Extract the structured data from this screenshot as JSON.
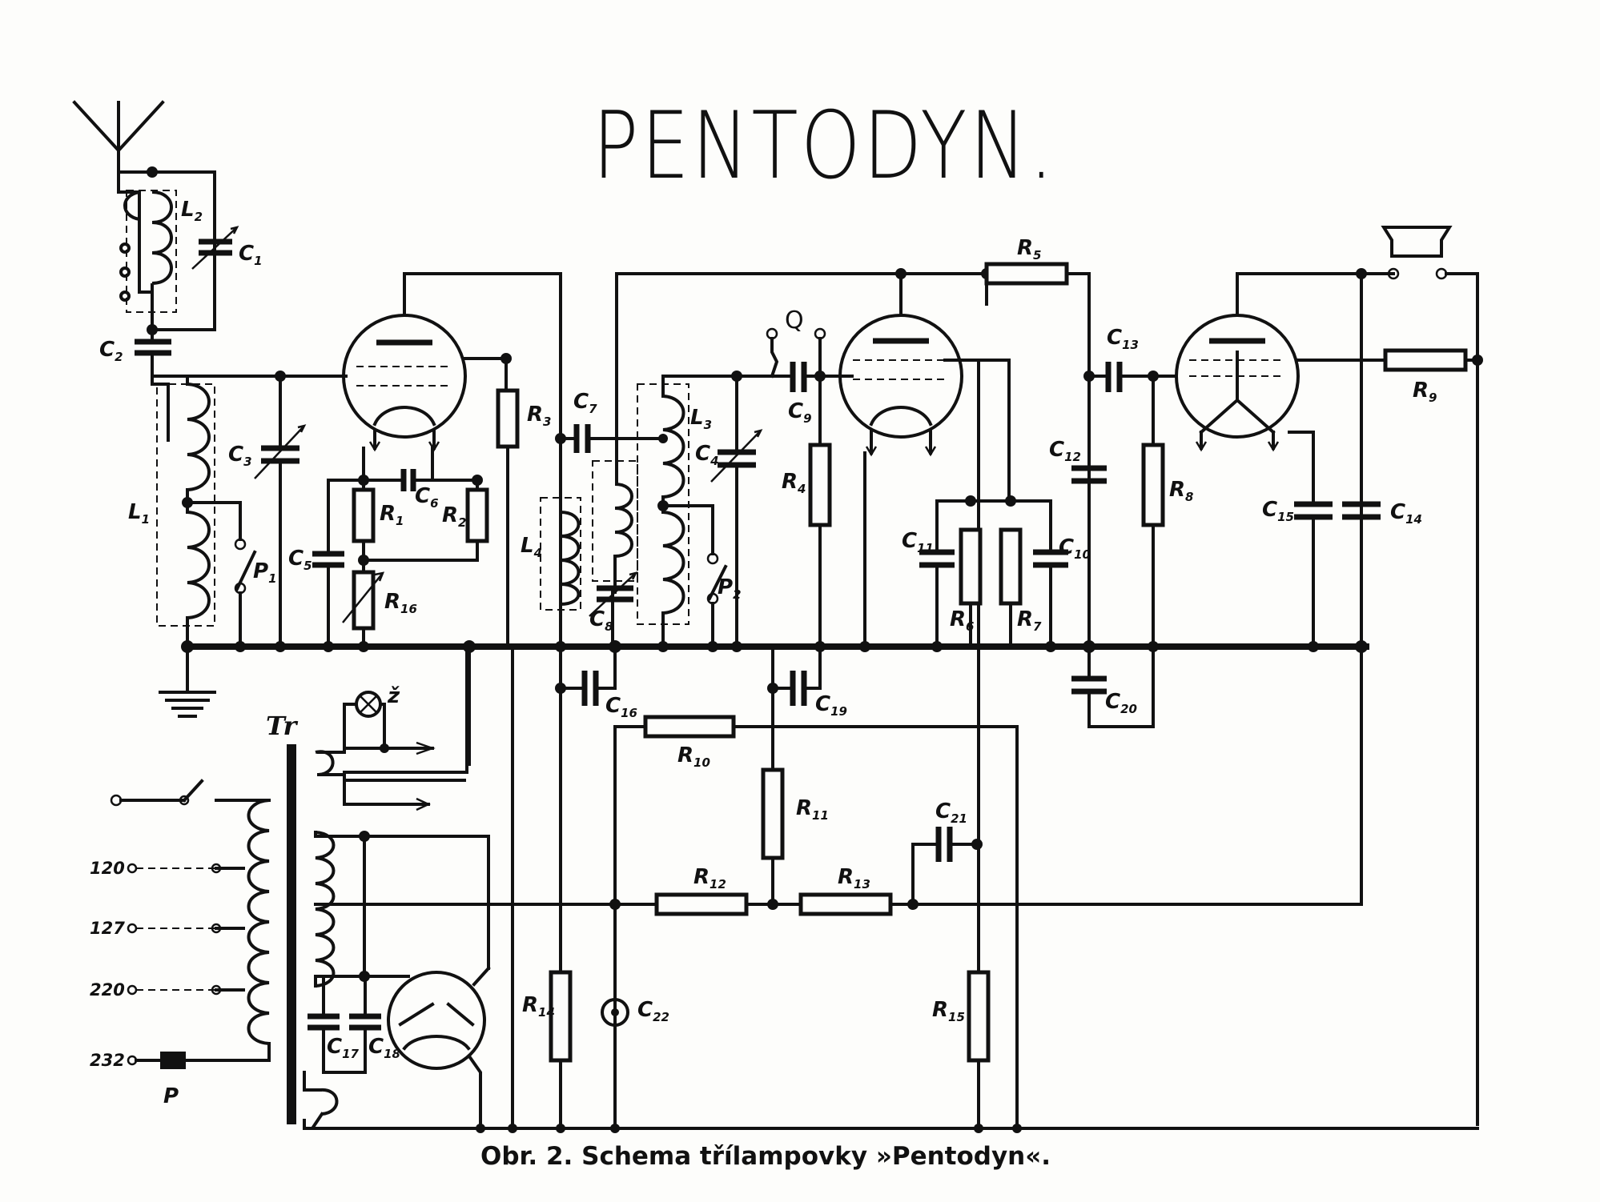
{
  "title": "PENTODYN.",
  "caption": "Obr. 2. Schema třílampovky »Pentodyn«.",
  "labels": {
    "L1": [
      "L",
      "1"
    ],
    "L2": [
      "L",
      "2"
    ],
    "L3": [
      "L",
      "3"
    ],
    "L4": [
      "L",
      "4"
    ],
    "C1": [
      "C",
      "1"
    ],
    "C2": [
      "C",
      "2"
    ],
    "C3": [
      "C",
      "3"
    ],
    "C4": [
      "C",
      "4"
    ],
    "C5": [
      "C",
      "5"
    ],
    "C6": [
      "C",
      "6"
    ],
    "C7": [
      "C",
      "7"
    ],
    "C8": [
      "C",
      "8"
    ],
    "C9": [
      "C",
      "9"
    ],
    "C10": [
      "C",
      "10"
    ],
    "C11": [
      "C",
      "11"
    ],
    "C12": [
      "C",
      "12"
    ],
    "C13": [
      "C",
      "13"
    ],
    "C14": [
      "C",
      "14"
    ],
    "C15": [
      "C",
      "15"
    ],
    "C16": [
      "C",
      "16"
    ],
    "C17": [
      "C",
      "17"
    ],
    "C18": [
      "C",
      "18"
    ],
    "C19": [
      "C",
      "19"
    ],
    "C20": [
      "C",
      "20"
    ],
    "C21": [
      "C",
      "21"
    ],
    "C22": [
      "C",
      "22"
    ],
    "R1": [
      "R",
      "1"
    ],
    "R2": [
      "R",
      "2"
    ],
    "R3": [
      "R",
      "3"
    ],
    "R4": [
      "R",
      "4"
    ],
    "R5": [
      "R",
      "5"
    ],
    "R6": [
      "R",
      "6"
    ],
    "R7": [
      "R",
      "7"
    ],
    "R8": [
      "R",
      "8"
    ],
    "R9": [
      "R",
      "9"
    ],
    "R10": [
      "R",
      "10"
    ],
    "R11": [
      "R",
      "11"
    ],
    "R12": [
      "R",
      "12"
    ],
    "R13": [
      "R",
      "13"
    ],
    "R14": [
      "R",
      "14"
    ],
    "R15": [
      "R",
      "15"
    ],
    "R16": [
      "R",
      "16"
    ],
    "P1": [
      "P",
      "1"
    ],
    "P2": [
      "P",
      "2"
    ],
    "Q": "Q",
    "Tr": "Tr",
    "P": "P",
    "Z": "ž"
  },
  "mains_taps": [
    "120",
    "127",
    "220",
    "232"
  ],
  "colors": {
    "ink": "#111111",
    "paper": "#fdfdfb"
  }
}
